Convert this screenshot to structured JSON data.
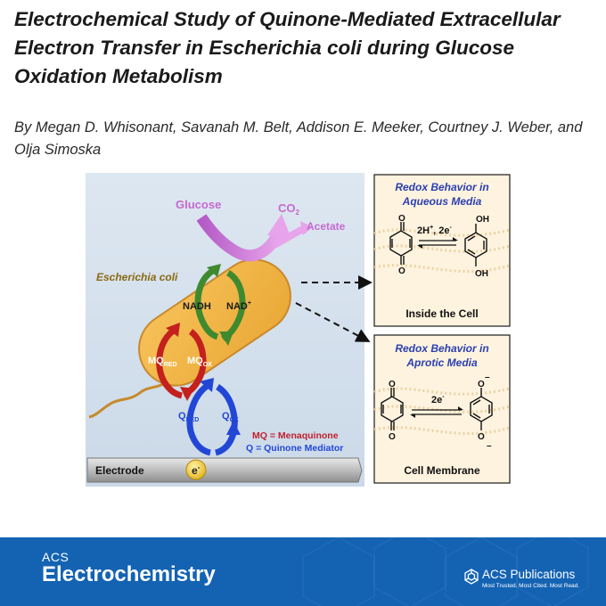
{
  "article": {
    "title": "Electrochemical Study of Quinone-Mediated Extracellular Electron Transfer in Escherichia coli during Glucose Oxidation Metabolism",
    "authors": "By Megan D. Whisonant, Savanah M. Belt, Addison E. Meeker, Courtney J. Weber, and Olja Simoska"
  },
  "figure": {
    "glucose": "Glucose",
    "co2": "CO",
    "co2_sub": "2",
    "acetate": "Acetate",
    "organism": "Escherichia coli",
    "nadh": "NADH",
    "nad": "NAD",
    "nad_sup": "+",
    "mq_red": "MQ",
    "mq_red_sub": "RED",
    "mq_ox": "MQ",
    "mq_ox_sub": "OX",
    "q_red": "Q",
    "q_red_sub": "RED",
    "q_ox": "Q",
    "q_ox_sub": "OX",
    "legend_mq": "MQ = Menaquinone",
    "legend_q": "Q = Quinone Mediator",
    "electrode": "Electrode",
    "electron": "e",
    "electron_sup": "-",
    "panel_top": {
      "title_line1": "Redox Behavior in",
      "title_line2": "Aqueous Media",
      "reaction": "2H",
      "reaction_sup1": "+",
      "reaction_mid": ", 2e",
      "reaction_sup2": "-",
      "oh_top": "OH",
      "oh_bottom": "OH",
      "o_top": "O",
      "o_bottom": "O",
      "caption": "Inside the Cell"
    },
    "panel_bottom": {
      "title_line1": "Redox Behavior in",
      "title_line2": "Aprotic Media",
      "reaction": "2e",
      "reaction_sup": "-",
      "o_top": "O",
      "o_bottom": "O",
      "om_top": "O",
      "om_bottom": "O",
      "minus_top": "–",
      "minus_bottom": "–",
      "caption": "Cell Membrane"
    },
    "colors": {
      "background": "#d5e1ee",
      "cell_fill": "#f0b545",
      "green": "#3f8a2f",
      "red": "#c4201d",
      "blue": "#2247d6",
      "purple": "#c56ad0",
      "panel_fill": "#fdf3df",
      "panel_title": "#2b3fb0",
      "legend_text": "#c0202e"
    }
  },
  "footer": {
    "journal_prefix": "ACS",
    "journal_name": "Electrochemistry",
    "publisher": "ACS Publications",
    "tagline": "Most Trusted. Most Cited. Most Read.",
    "color": "#1463b3"
  }
}
